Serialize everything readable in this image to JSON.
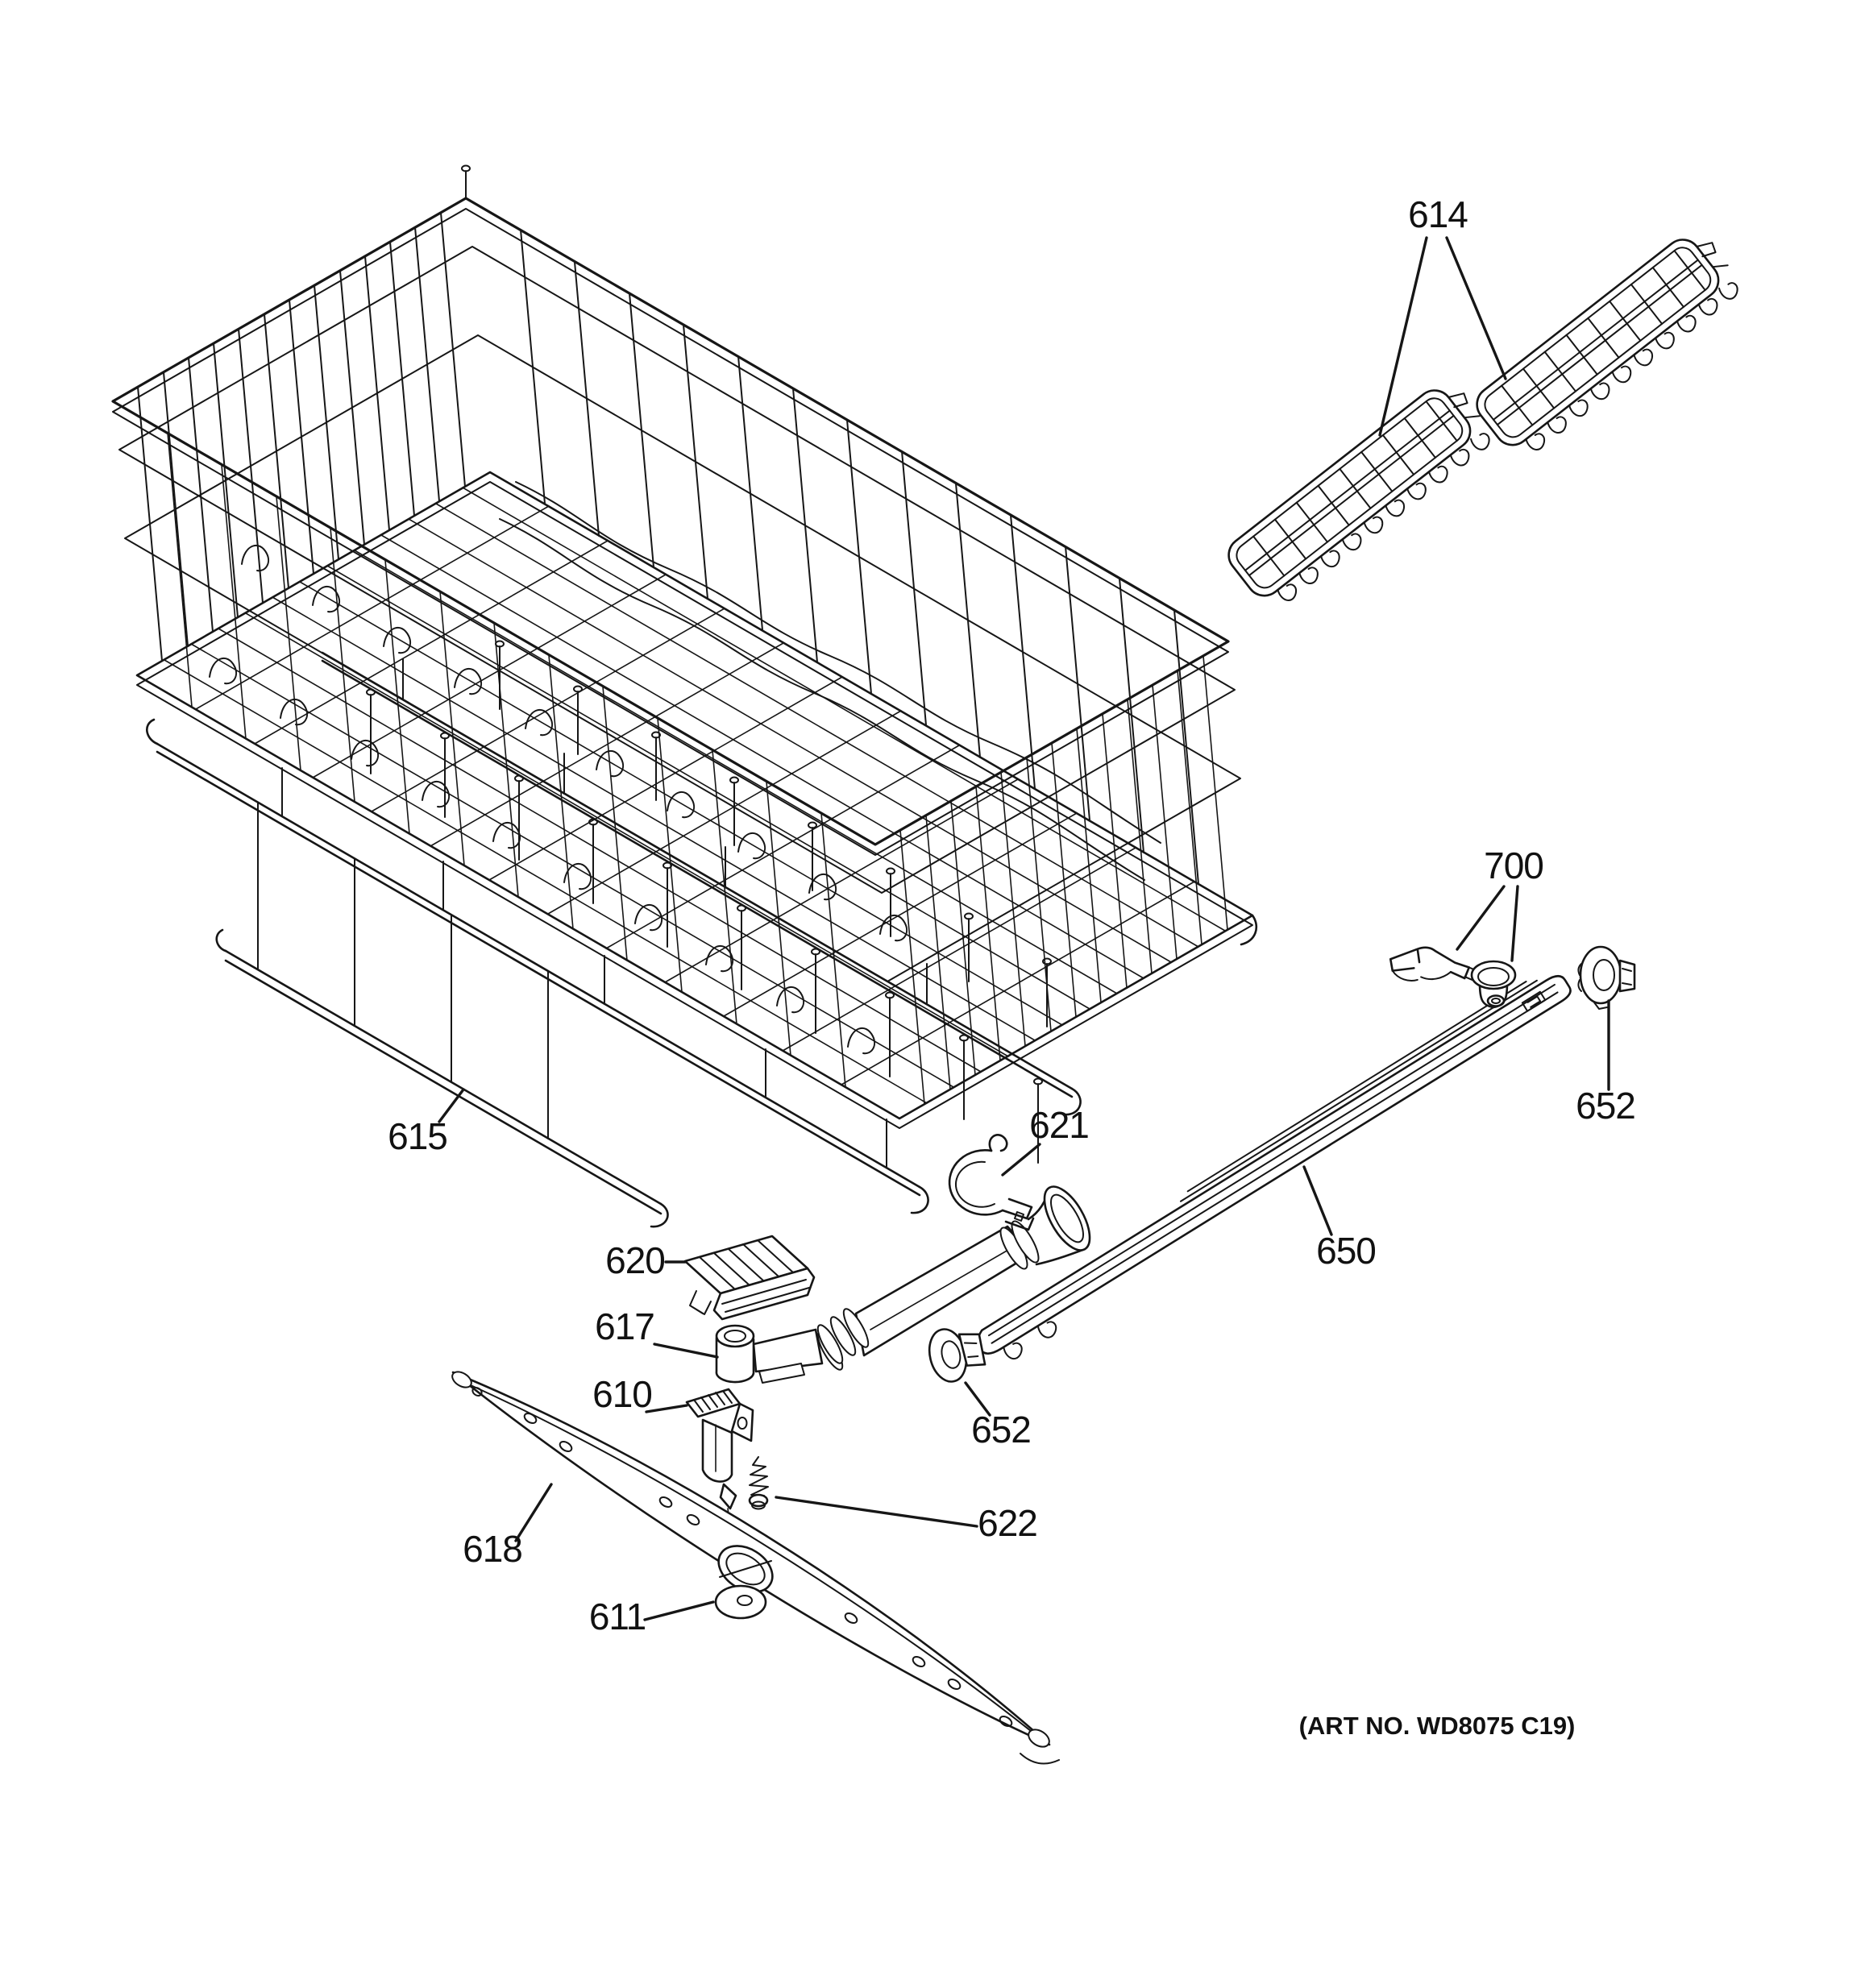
{
  "diagram": {
    "art_no": "(ART NO. WD8075 C19)",
    "callouts": [
      {
        "id": "614",
        "label": "614"
      },
      {
        "id": "615",
        "label": "615"
      },
      {
        "id": "700",
        "label": "700"
      },
      {
        "id": "652-right",
        "label": "652"
      },
      {
        "id": "621",
        "label": "621"
      },
      {
        "id": "650",
        "label": "650"
      },
      {
        "id": "620",
        "label": "620"
      },
      {
        "id": "617",
        "label": "617"
      },
      {
        "id": "610",
        "label": "610"
      },
      {
        "id": "652-left",
        "label": "652"
      },
      {
        "id": "622",
        "label": "622"
      },
      {
        "id": "618",
        "label": "618"
      },
      {
        "id": "611",
        "label": "611"
      }
    ],
    "colors": {
      "ink": "#161616",
      "background": "#ffffff"
    }
  }
}
